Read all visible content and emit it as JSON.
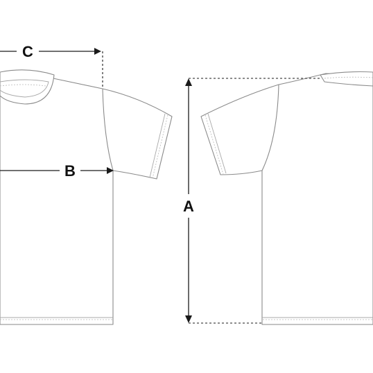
{
  "diagram": {
    "views": [
      "front-view",
      "back-view"
    ],
    "measurements": [
      {
        "id": "A",
        "label": "A"
      },
      {
        "id": "B",
        "label": "B"
      },
      {
        "id": "C",
        "label": "C"
      }
    ],
    "colors": {
      "line_art": "#8a8a8a",
      "dimension": "#1a1a1a",
      "background": "#ffffff"
    }
  }
}
